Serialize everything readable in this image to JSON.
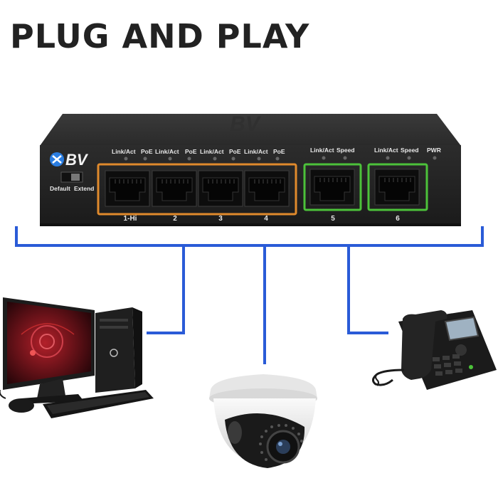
{
  "headline": "PLUG AND PLAY",
  "switch": {
    "brand": "BV",
    "switch_label_left": "Default",
    "switch_label_right": "Extend",
    "poe_ports": [
      {
        "led_a": "Link/Act",
        "led_b": "PoE",
        "number": "1-Hi"
      },
      {
        "led_a": "Link/Act",
        "led_b": "PoE",
        "number": "2"
      },
      {
        "led_a": "Link/Act",
        "led_b": "PoE",
        "number": "3"
      },
      {
        "led_a": "Link/Act",
        "led_b": "PoE",
        "number": "4"
      }
    ],
    "uplink_ports": [
      {
        "led_a": "Link/Act",
        "led_b": "Speed",
        "number": "5"
      },
      {
        "led_a": "Link/Act",
        "led_b": "Speed",
        "number": "6"
      }
    ],
    "power_label": "PWR"
  },
  "colors": {
    "poe_outline": "#e08a2c",
    "uplink_outline": "#4cc23a",
    "connector": "#2a5bd7",
    "brand": "#2a7de1"
  },
  "devices": [
    "desktop-computer",
    "dome-camera",
    "ip-phone"
  ]
}
